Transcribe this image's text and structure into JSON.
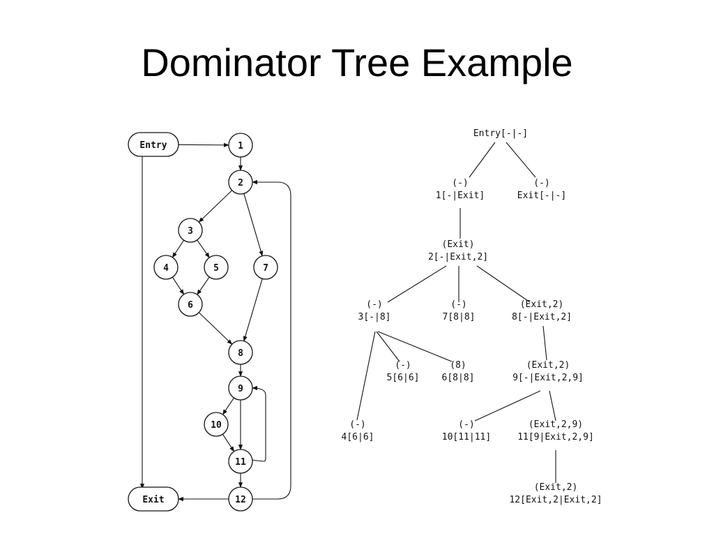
{
  "title": "Dominator Tree Example",
  "cfg": {
    "nodes": [
      {
        "id": "Entry",
        "label": "Entry"
      },
      {
        "id": "1",
        "label": "1"
      },
      {
        "id": "2",
        "label": "2"
      },
      {
        "id": "3",
        "label": "3"
      },
      {
        "id": "4",
        "label": "4"
      },
      {
        "id": "5",
        "label": "5"
      },
      {
        "id": "6",
        "label": "6"
      },
      {
        "id": "7",
        "label": "7"
      },
      {
        "id": "8",
        "label": "8"
      },
      {
        "id": "9",
        "label": "9"
      },
      {
        "id": "10",
        "label": "10"
      },
      {
        "id": "11",
        "label": "11"
      },
      {
        "id": "12",
        "label": "12"
      },
      {
        "id": "Exit",
        "label": "Exit"
      }
    ],
    "edges": [
      [
        "Entry",
        "1"
      ],
      [
        "Entry",
        "Exit"
      ],
      [
        "1",
        "2"
      ],
      [
        "2",
        "3"
      ],
      [
        "2",
        "7"
      ],
      [
        "3",
        "4"
      ],
      [
        "3",
        "5"
      ],
      [
        "4",
        "6"
      ],
      [
        "5",
        "6"
      ],
      [
        "6",
        "8"
      ],
      [
        "7",
        "8"
      ],
      [
        "8",
        "9"
      ],
      [
        "9",
        "10"
      ],
      [
        "9",
        "11"
      ],
      [
        "10",
        "11"
      ],
      [
        "11",
        "9"
      ],
      [
        "11",
        "12"
      ],
      [
        "12",
        "2"
      ],
      [
        "12",
        "Exit"
      ]
    ]
  },
  "dominator_tree": {
    "nodes": [
      {
        "id": "Entry",
        "top": "",
        "bottom": "Entry[-|-]"
      },
      {
        "id": "1",
        "top": "(-)",
        "bottom": "1[-|Exit]"
      },
      {
        "id": "Exit",
        "top": "(-)",
        "bottom": "Exit[-|-]"
      },
      {
        "id": "2",
        "top": "(Exit)",
        "bottom": "2[-|Exit,2]"
      },
      {
        "id": "3",
        "top": "(-)",
        "bottom": "3[-|8]"
      },
      {
        "id": "7",
        "top": "(-)",
        "bottom": "7[8|8]"
      },
      {
        "id": "8",
        "top": "(Exit,2)",
        "bottom": "8[-|Exit,2]"
      },
      {
        "id": "5",
        "top": "(-)",
        "bottom": "5[6|6]"
      },
      {
        "id": "6",
        "top": "(8)",
        "bottom": "6[8|8]"
      },
      {
        "id": "9",
        "top": "(Exit,2)",
        "bottom": "9[-|Exit,2,9]"
      },
      {
        "id": "4",
        "top": "(-)",
        "bottom": "4[6|6]"
      },
      {
        "id": "10",
        "top": "(-)",
        "bottom": "10[11|11]"
      },
      {
        "id": "11",
        "top": "(Exit,2,9)",
        "bottom": "11[9|Exit,2,9]"
      },
      {
        "id": "12",
        "top": "(Exit,2)",
        "bottom": "12[Exit,2|Exit,2]"
      }
    ],
    "edges": [
      [
        "Entry",
        "1"
      ],
      [
        "Entry",
        "Exit"
      ],
      [
        "1",
        "2"
      ],
      [
        "2",
        "3"
      ],
      [
        "2",
        "7"
      ],
      [
        "2",
        "8"
      ],
      [
        "3",
        "4"
      ],
      [
        "3",
        "5"
      ],
      [
        "3",
        "6"
      ],
      [
        "8",
        "9"
      ],
      [
        "9",
        "10"
      ],
      [
        "9",
        "11"
      ],
      [
        "11",
        "12"
      ]
    ]
  }
}
